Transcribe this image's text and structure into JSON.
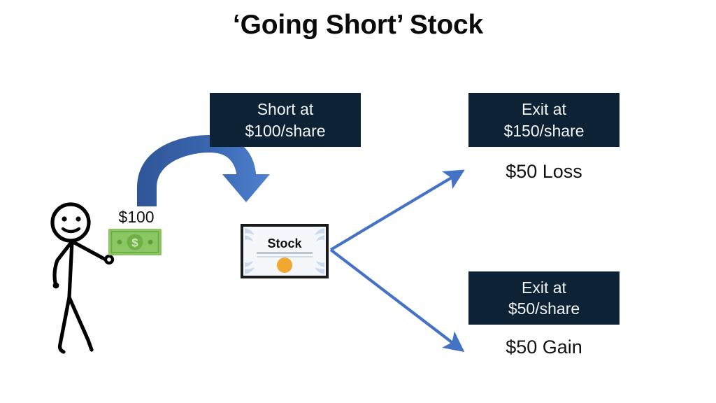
{
  "slide": {
    "title": "‘Going Short’ Stock",
    "background_color": "#ffffff"
  },
  "colors": {
    "navy_box": "#0d2235",
    "navy_box_text": "#f2f5f8",
    "body_text": "#111111",
    "arrow_blue": "#4472c4",
    "curved_arrow_dark": "#2f5597",
    "curved_arrow_light": "#4d7ccd",
    "money_green": "#70ad47",
    "money_green_light": "#8fc96a",
    "certificate_seal": "#f0a830",
    "certificate_border": "#1a1a1a",
    "certificate_paper": "#f4f6f9",
    "stick_figure": "#000000"
  },
  "boxes": {
    "short": {
      "line1": "Short at",
      "line2": "$100/share"
    },
    "exit_high": {
      "line1": "Exit at",
      "line2": "$150/share"
    },
    "exit_low": {
      "line1": "Exit at",
      "line2": "$50/share"
    }
  },
  "results": {
    "loss": "$50 Loss",
    "gain": "$50 Gain"
  },
  "money": {
    "amount_label": "$100",
    "icon": "dollar-bill-icon"
  },
  "certificate": {
    "label": "Stock",
    "icon": "stock-certificate-icon"
  },
  "figure": {
    "icon": "stick-figure-icon"
  },
  "arrows": {
    "curved": {
      "icon": "curved-arrow-icon",
      "direction": "left-to-right-down"
    },
    "to_exit_high": {
      "icon": "arrow-up-right-icon"
    },
    "to_exit_low": {
      "icon": "arrow-down-right-icon"
    }
  }
}
